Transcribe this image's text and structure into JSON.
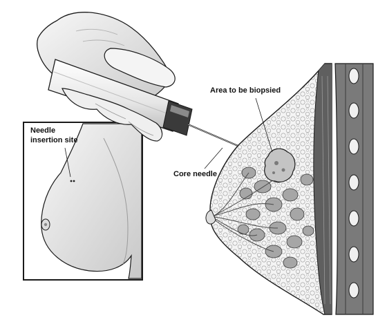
{
  "labels": {
    "needle_site_line1": "Needle",
    "needle_site_line2": "insertion site",
    "core_needle": "Core needle",
    "biopsy_area": "Area to be biopsied"
  },
  "colors": {
    "outline": "#1a1a1a",
    "skin": "#f2f2f2",
    "skin_shade": "#c9c9c9",
    "tissue": "#e9e9e9",
    "lobule": "#a9a9a9",
    "muscle": "#5e5e5e",
    "rib": "#efefef"
  }
}
